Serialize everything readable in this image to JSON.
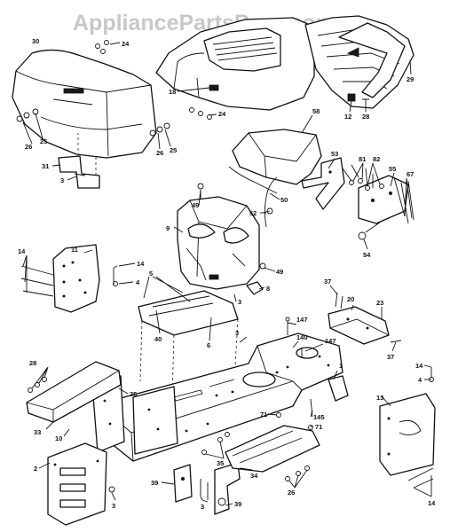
{
  "watermark": "AppliancePartsPros.com",
  "callouts": {
    "c30": "30",
    "c24a": "24",
    "c18": "18",
    "c24b": "24",
    "c26a": "26",
    "c25a": "25",
    "c26b": "26",
    "c25b": "25",
    "c29": "29",
    "c12": "12",
    "c28": "28",
    "c31": "31",
    "c3a": "3",
    "c58": "58",
    "c53": "53",
    "c81": "81",
    "c82": "82",
    "c55": "55",
    "c67": "67",
    "c50": "50",
    "c49a": "49",
    "c52": "52",
    "c9": "9",
    "c49b": "49",
    "c8": "8",
    "c54": "54",
    "c14a": "14",
    "c11": "11",
    "c14b": "14",
    "c4a": "4",
    "c5": "5",
    "c3b": "3",
    "c40": "40",
    "c6": "6",
    "c37a": "37",
    "c20": "20",
    "c23": "23",
    "c147a": "147",
    "c140": "140",
    "c147b": "147",
    "c37b": "37",
    "c3c": "3",
    "c1": "1",
    "c28b": "28",
    "c35a": "35",
    "c33": "33",
    "c10": "10",
    "c14c": "14",
    "c4b": "4",
    "c13": "13",
    "c71a": "71",
    "c145": "145",
    "c71b": "71",
    "c35b": "35",
    "c34": "34",
    "c26c": "26",
    "c2": "2",
    "c3d": "3",
    "c39a": "39",
    "c3e": "3",
    "c39b": "39",
    "c14d": "14"
  }
}
